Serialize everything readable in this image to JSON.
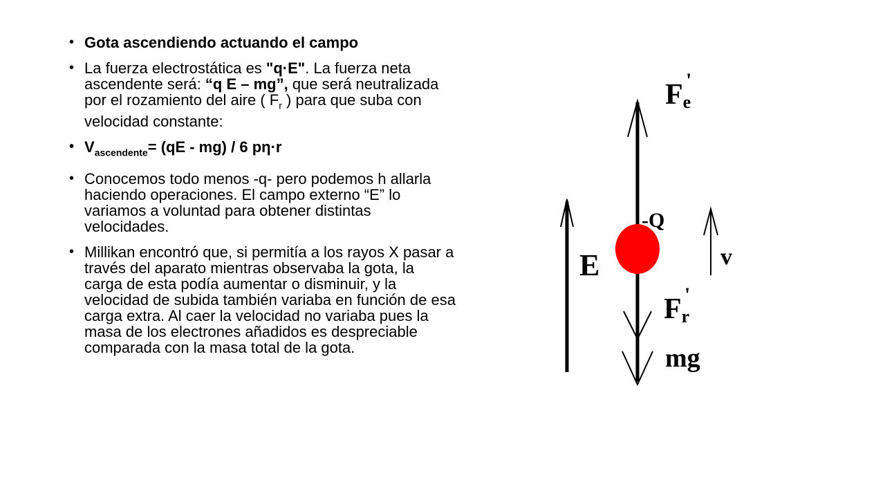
{
  "bullets": {
    "b1": "Gota ascendiendo actuando el campo",
    "b2_pre": "La fuerza electrostática es ",
    "b2_qe": "\"q·E\"",
    "b2_mid": ". La fuerza neta ascendente será: ",
    "b2_net": "“q E – mg”,",
    "b2_post": " que será neutralizada por el rozamiento del aire ( F",
    "b2_sub": "r",
    "b2_end": " ) para que suba con velocidad constante:",
    "b3_v": "V",
    "b3_sub": "ascendente",
    "b3_rest": "= (qE - mg) / 6 pη·r",
    "b4": "Conocemos todo menos -q- pero podemos h allarla haciendo operaciones. El campo externo “E” lo variamos a voluntad para obtener distintas velocidades.",
    "b5": "Millikan encontró que, si permitía a los rayos X pasar a través del aparato mientras observaba la gota, la carga de esta podía aumentar o disminuir, y la velocidad de subida también variaba en función de esa carga extra. Al caer la velocidad no variaba pues la masa de los electrones añadidos es despreciable comparada con la masa total de la gota."
  },
  "diagram": {
    "fe_main": "F",
    "fe_sub": "e",
    "fe_prime": "'",
    "charge": "-Q",
    "field": "E",
    "velocity": "v",
    "fr_main": "F",
    "fr_sub": "r",
    "fr_prime": "'",
    "weight": "mg",
    "drop_color": "#ff0000"
  }
}
